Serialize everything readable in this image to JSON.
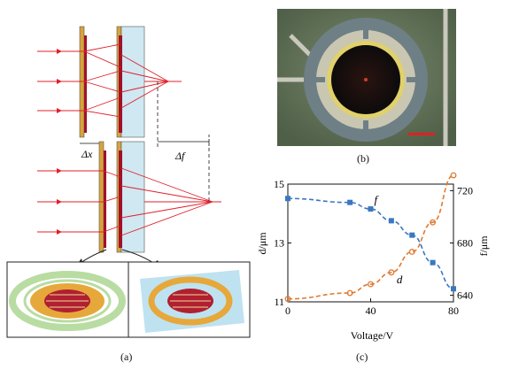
{
  "figure": {
    "panel_a": {
      "caption": "(a)",
      "delta_x_label": "Δx",
      "delta_f_label": "Δf"
    },
    "panel_b": {
      "caption": "(b)"
    },
    "panel_c": {
      "caption": "(c)"
    }
  },
  "colors": {
    "ray": "#e0202a",
    "glass": "#cfe8f2",
    "metal": "#d9a33a",
    "curve_f": "#3a78c0",
    "curve_d": "#e07a30"
  },
  "chart_data": {
    "type": "scatter",
    "xlabel": "Voltage/V",
    "ylabel_left": "d/μm",
    "ylabel_right": "f/μm",
    "xlim": [
      0,
      80
    ],
    "ylim_left": [
      11,
      15
    ],
    "ylim_right": [
      635,
      725
    ],
    "xticks": [
      "0",
      "40",
      "80"
    ],
    "yticks_left": [
      "11",
      "13",
      "15"
    ],
    "yticks_right": [
      "640",
      "680",
      "720"
    ],
    "grid": false,
    "series": [
      {
        "name": "f",
        "axis": "right",
        "color": "#3a78c0",
        "marker": "square",
        "x": [
          0,
          30,
          40,
          50,
          60,
          70,
          80
        ],
        "y": [
          714,
          711,
          706,
          697,
          686,
          665,
          645
        ]
      },
      {
        "name": "d",
        "axis": "left",
        "color": "#e07a30",
        "marker": "circle",
        "x": [
          0,
          30,
          40,
          50,
          60,
          70,
          80
        ],
        "y": [
          11.1,
          11.3,
          11.6,
          12.0,
          12.7,
          13.7,
          15.3
        ]
      }
    ]
  }
}
